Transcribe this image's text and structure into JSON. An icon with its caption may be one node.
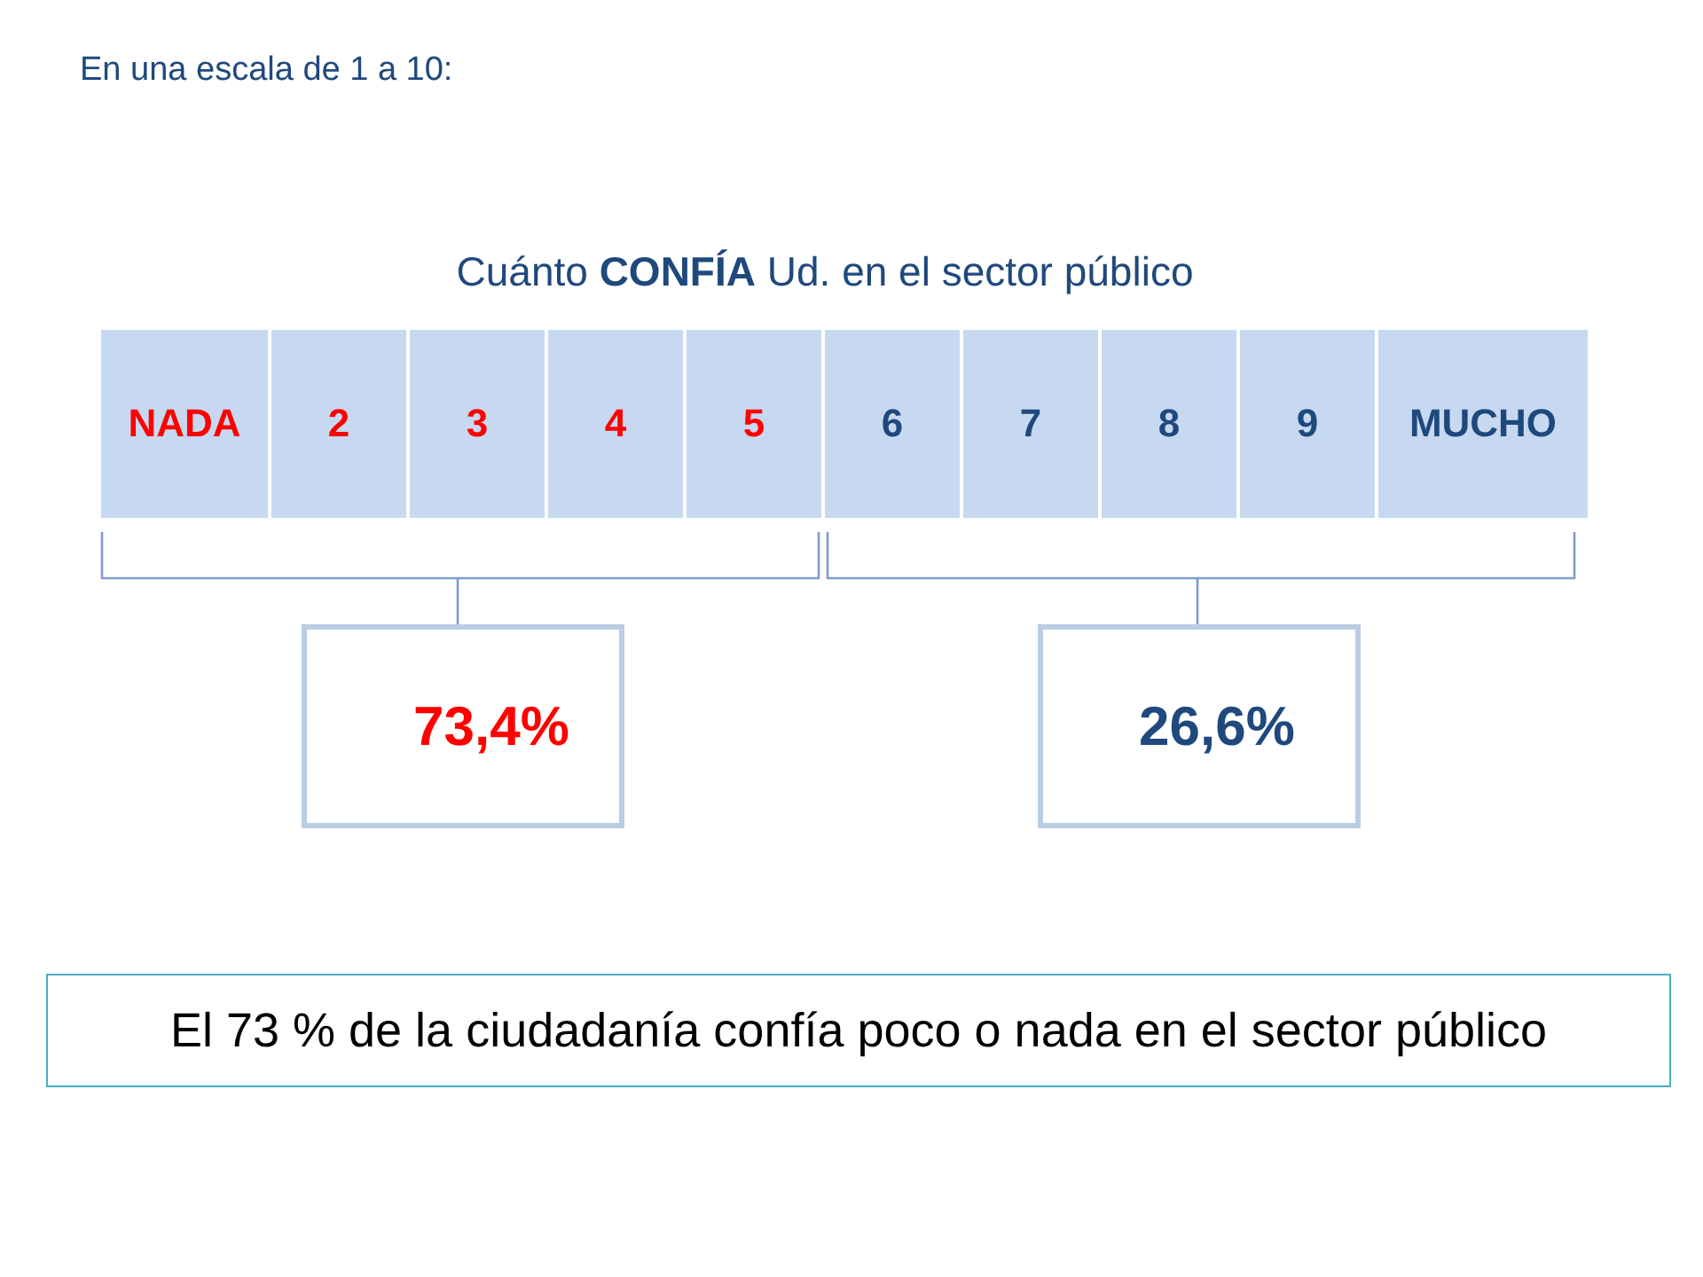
{
  "diagram": {
    "title": "En una escala de 1 a 10:",
    "nodes": [
      {
        "text": [
          "NADA"
        ]
      },
      {
        "text": [
          "2"
        ]
      },
      {
        "text": [
          "3"
        ]
      },
      {
        "text": [
          "4"
        ]
      },
      {
        "text": [
          "5"
        ]
      },
      {
        "text": [
          "6"
        ]
      },
      {
        "text": [
          "7"
        ]
      },
      {
        "text": [
          "8"
        ]
      },
      {
        "text": [
          "9"
        ]
      },
      {
        "text": [
          "MUCHO"
        ]
      },
      {
        "text": [
          "73,4%"
        ]
      },
      {
        "text": [
          "26,6%"
        ]
      },
      {
        "text": [
          "El 73 % de la ciudadanía confía poco o nada en el sector público"
        ]
      }
    ],
    "edges": [],
    "labels": [
      "Cuánto **CONFÍA** Ud. en el sector público"
    ]
  }
}
